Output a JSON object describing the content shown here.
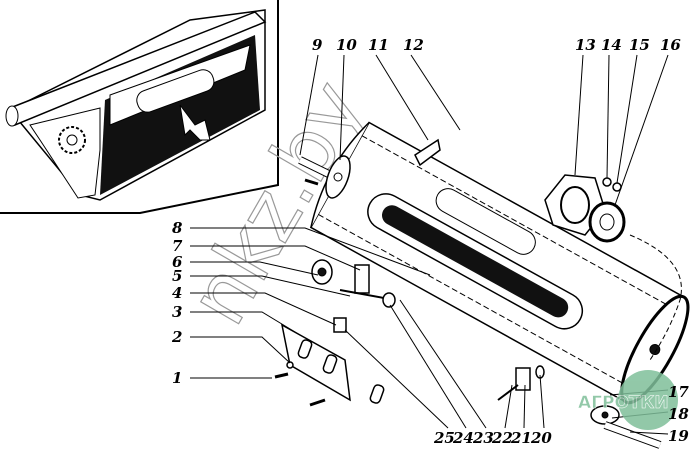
{
  "diagram": {
    "labels_top": [
      "9",
      "10",
      "11",
      "12",
      "13",
      "14",
      "15",
      "16"
    ],
    "labels_left": [
      "8",
      "7",
      "6",
      "5",
      "4",
      "3",
      "2",
      "1"
    ],
    "labels_bottom": [
      "25",
      "24",
      "23",
      "22",
      "21",
      "20"
    ],
    "labels_right": [
      "17",
      "18",
      "19"
    ]
  },
  "watermark": "nkz.by",
  "logo": {
    "text": "АГРОТКИ",
    "color": "#7fbf9a"
  }
}
